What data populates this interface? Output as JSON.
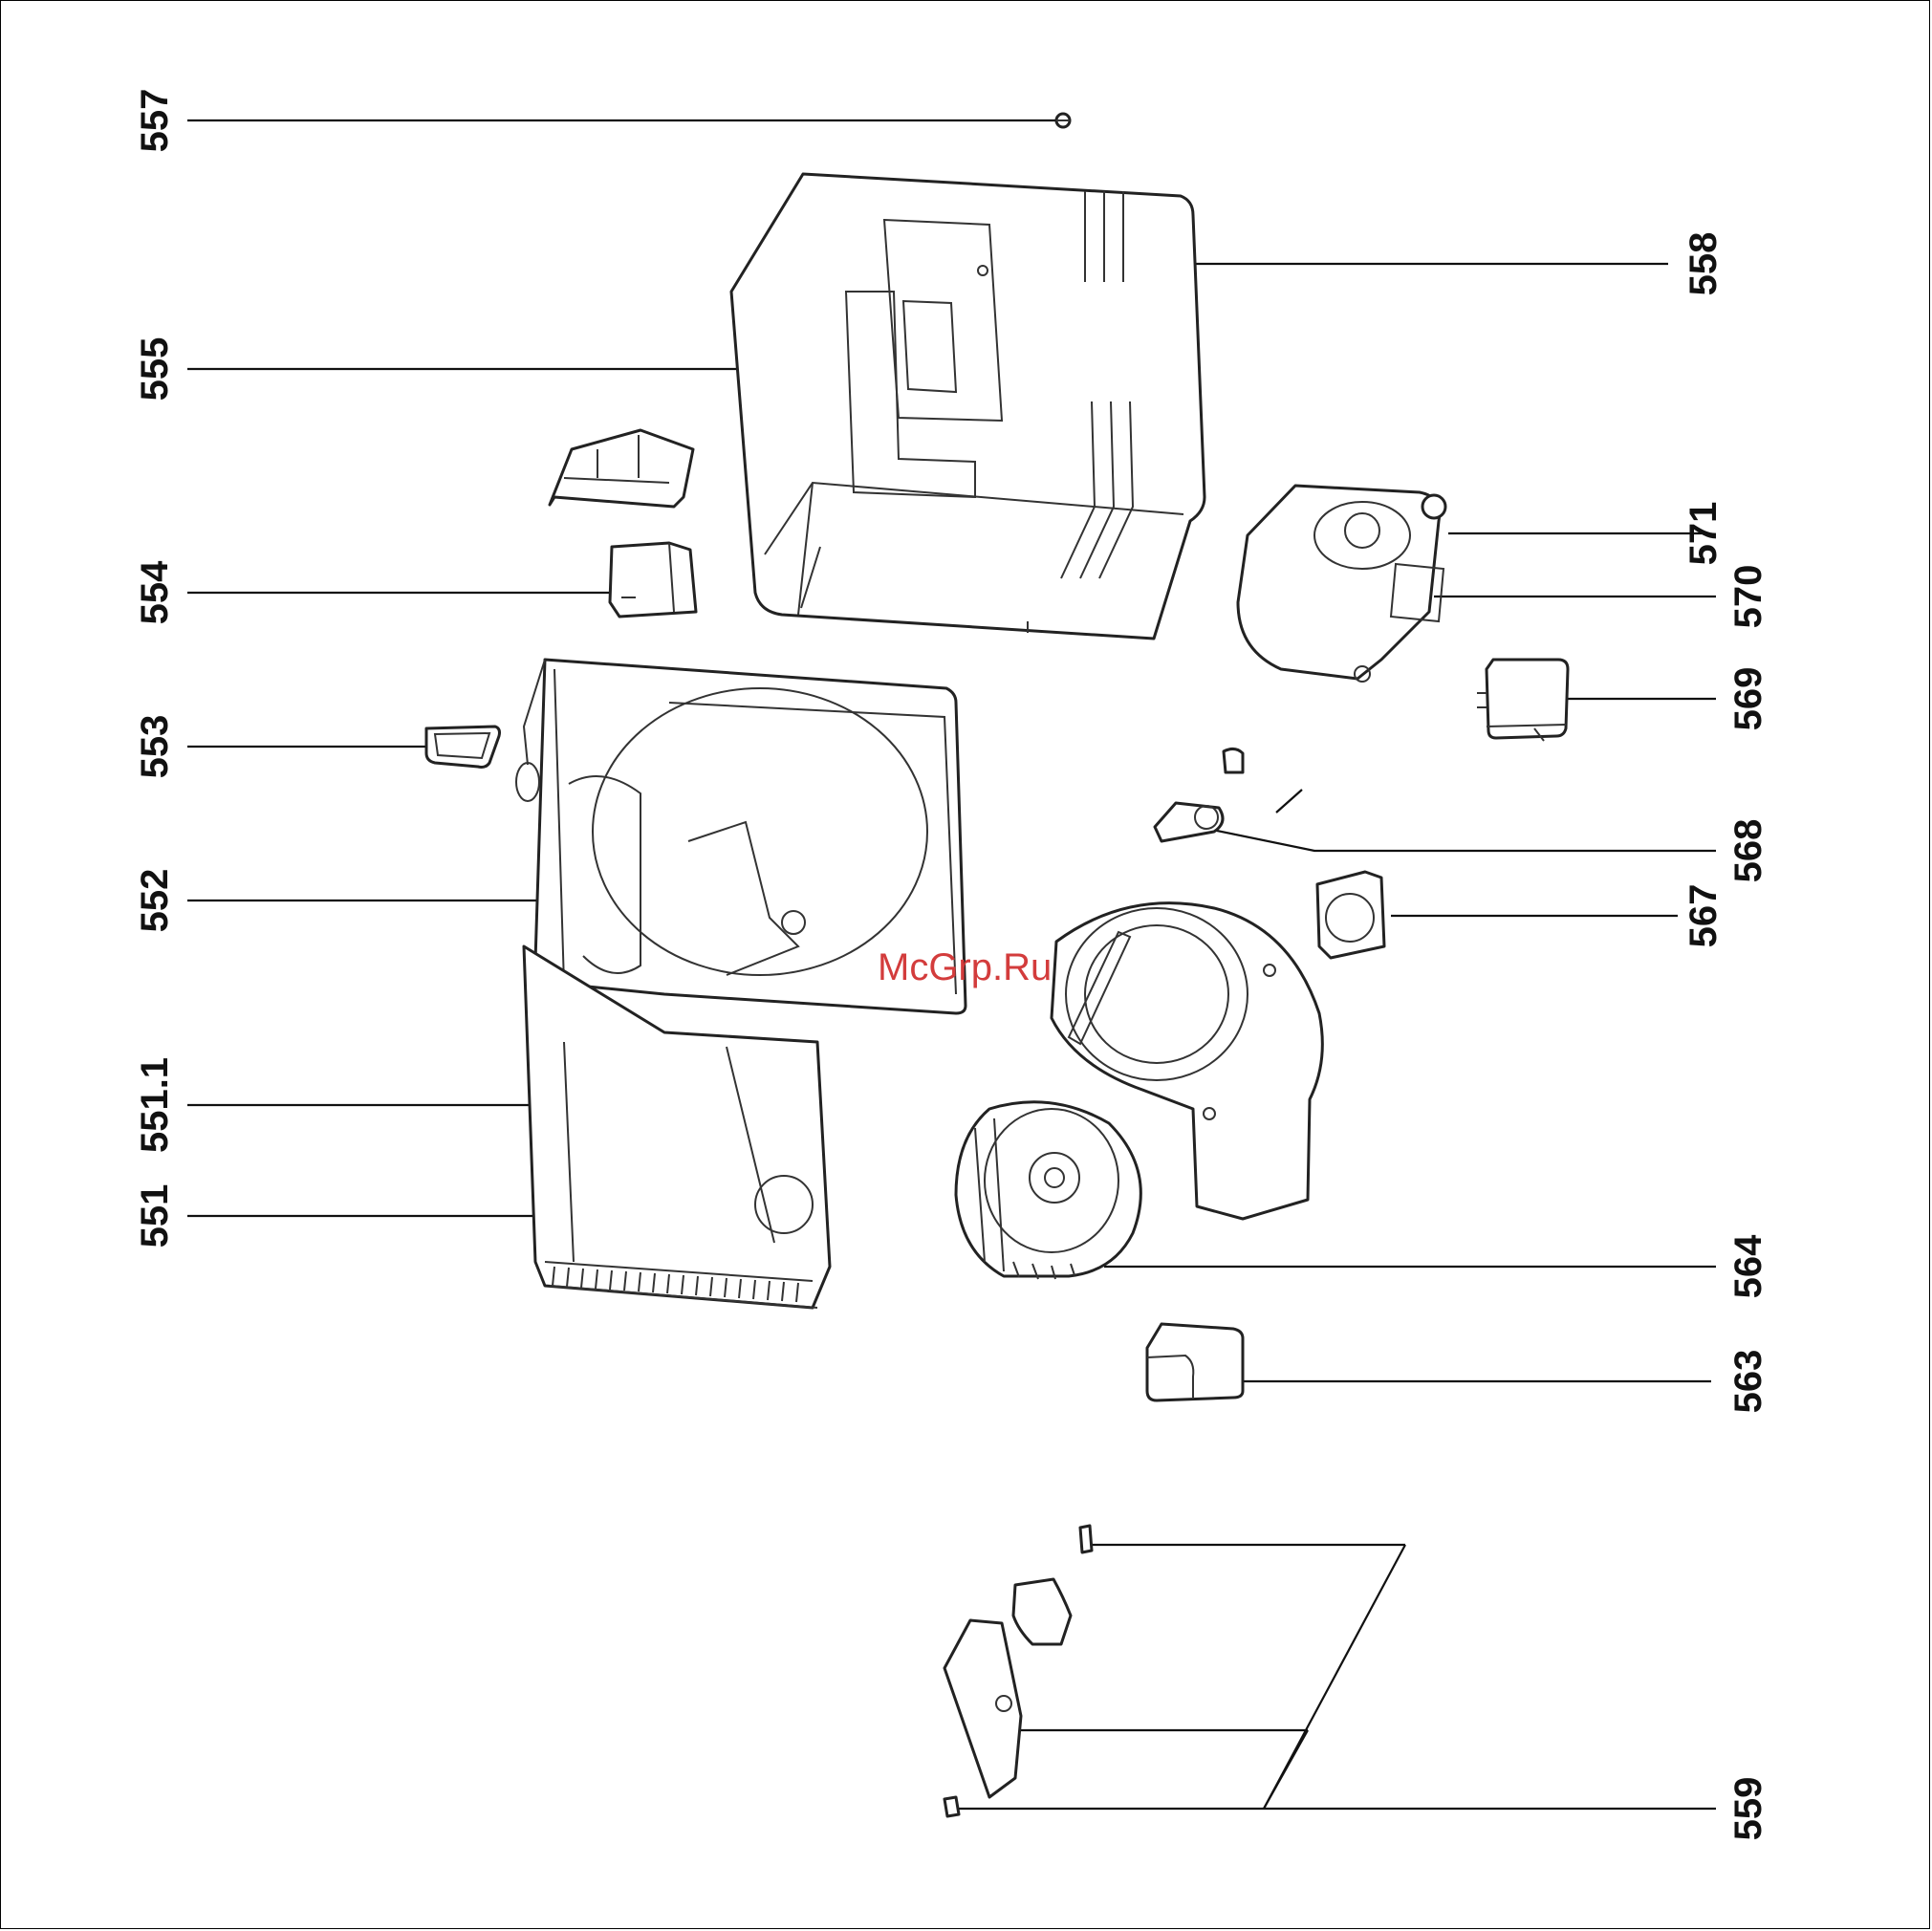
{
  "watermark": "McGrp.Ru",
  "callouts": [
    {
      "id": "557",
      "text": "557"
    },
    {
      "id": "555",
      "text": "555"
    },
    {
      "id": "554",
      "text": "554"
    },
    {
      "id": "553",
      "text": "553"
    },
    {
      "id": "552",
      "text": "552"
    },
    {
      "id": "551-1",
      "text": "551.1"
    },
    {
      "id": "551",
      "text": "551"
    },
    {
      "id": "558",
      "text": "558"
    },
    {
      "id": "571",
      "text": "571"
    },
    {
      "id": "570",
      "text": "570"
    },
    {
      "id": "569",
      "text": "569"
    },
    {
      "id": "568",
      "text": "568"
    },
    {
      "id": "567",
      "text": "567"
    },
    {
      "id": "564",
      "text": "564"
    },
    {
      "id": "563",
      "text": "563"
    },
    {
      "id": "559",
      "text": "559"
    }
  ]
}
